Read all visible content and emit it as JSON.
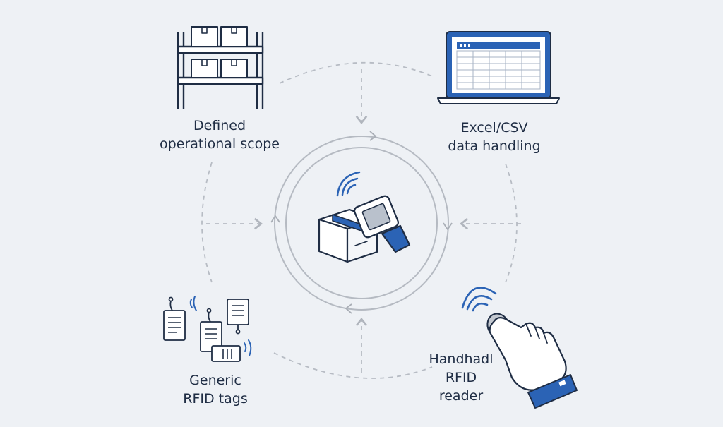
{
  "nodes": {
    "scope": {
      "lines": [
        "Defined",
        "operational scope"
      ],
      "icon": "warehouse-shelf-icon"
    },
    "excel": {
      "lines": [
        "Excel/CSV",
        "data handling"
      ],
      "icon": "laptop-spreadsheet-icon"
    },
    "tags": {
      "lines": [
        "Generic",
        "RFID tags"
      ],
      "icon": "rfid-tags-icon"
    },
    "reader": {
      "lines": [
        "Handhadl",
        "RFID",
        "reader"
      ],
      "icon": "hand-tap-icon"
    },
    "center": {
      "icon": "box-scanner-icon"
    }
  },
  "colors": {
    "background": "#eef1f5",
    "navy": "#1f2d44",
    "blue": "#2b63b5",
    "gray": "#b7bcc4"
  }
}
